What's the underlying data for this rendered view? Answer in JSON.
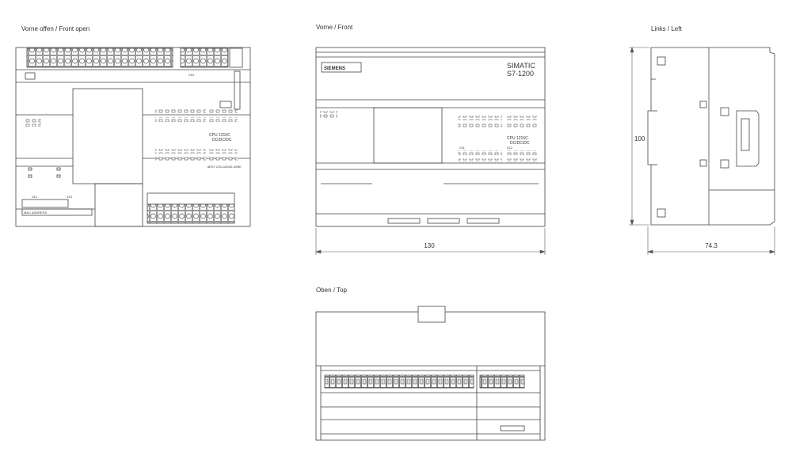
{
  "views": {
    "front_open": {
      "title": "Vorne offen / Front open"
    },
    "front": {
      "title": "Vorne / Front"
    },
    "left": {
      "title": "Links / Left"
    },
    "top": {
      "title": "Oben / Top"
    }
  },
  "front_panel": {
    "brand": "SIEMENS",
    "series_line1": "SIMATIC",
    "series_line2": "S7-1200",
    "cpu_model": "CPU 1215C",
    "cpu_type": "DC/DC/DC",
    "x11_label": "X11",
    "x12_label": "X12"
  },
  "front_open_panel": {
    "cpu_model": "CPU 1215C",
    "cpu_type": "DC/DC/DC",
    "order_number": "6ES7 215-1AG40-0XB0",
    "x10_label": "X10",
    "x11_label": "X11",
    "x12_label": "X12",
    "mac_label": "MAC ADDRESS"
  },
  "dimensions": {
    "width": "130",
    "height": "100",
    "depth": "74.3"
  }
}
